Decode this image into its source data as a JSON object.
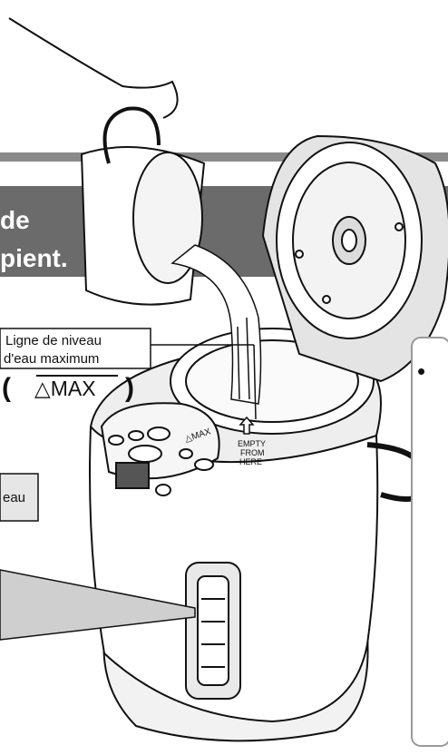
{
  "banner": {
    "line1": "de",
    "line2": "pient."
  },
  "callout_max": {
    "line1": "Ligne de niveau",
    "line2": "d'eau maximum",
    "symbol": "△MAX",
    "paren_open": "(",
    "paren_close": ")"
  },
  "callout_left": {
    "text": "eau"
  },
  "inner_marks": {
    "max_mark": "△MAX",
    "empty_line1": "EMPTY",
    "empty_line2": "FROM",
    "empty_line3": "HERE"
  },
  "side_panel": {
    "bullet": "•"
  },
  "colors": {
    "banner": "#6b6b6b",
    "callout_fill": "#e6e6e6",
    "line": "#111111"
  }
}
